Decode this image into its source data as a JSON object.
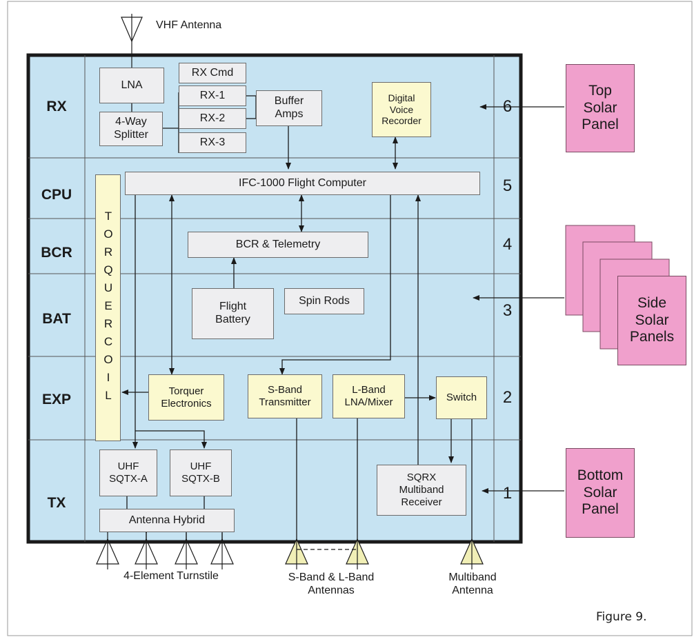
{
  "diagram": {
    "rows": [
      {
        "label": "RX",
        "level": "6"
      },
      {
        "label": "CPU",
        "level": "5"
      },
      {
        "label": "BCR",
        "level": "4"
      },
      {
        "label": "BAT",
        "level": "3"
      },
      {
        "label": "EXP",
        "level": "2"
      },
      {
        "label": "TX",
        "level": "1"
      }
    ],
    "blocks": {
      "lna": "LNA",
      "splitter": "4-Way\nSplitter",
      "rx_cmd": "RX Cmd",
      "rx1": "RX-1",
      "rx2": "RX-2",
      "rx3": "RX-3",
      "buffer": "Buffer\nAmps",
      "dvr": "Digital\nVoice\nRecorder",
      "ifc": "IFC-1000 Flight Computer",
      "bcr": "BCR & Telemetry",
      "battery": "Flight\nBattery",
      "spin": "Spin Rods",
      "torquer_coil": "TORQUERCOIL",
      "torquer_elec": "Torquer\nElectronics",
      "sband_tx": "S-Band\nTransmitter",
      "lband": "L-Band\nLNA/Mixer",
      "switch": "Switch",
      "uhf_a": "UHF\nSQTX-A",
      "uhf_b": "UHF\nSQTX-B",
      "sqrx": "SQRX\nMultiband\nReceiver",
      "hybrid": "Antenna Hybrid"
    },
    "panels": {
      "top": "Top\nSolar\nPanel",
      "side": "Side\nSolar\nPanels",
      "bottom": "Bottom\nSolar\nPanel"
    },
    "captions": {
      "vhf": "VHF Antenna",
      "turnstile": "4-Element Turnstile",
      "sl_band": "S-Band & L-Band\nAntennas",
      "multiband": "Multiband\nAntenna",
      "figure": "Figure 9."
    },
    "colors": {
      "frame_fill": "#c6e3f2",
      "gray_block": "#eeeef0",
      "cream_block": "#fbf9cf",
      "solar_panel": "#f0a0cc",
      "antenna_fill": "#f1efb6"
    }
  }
}
